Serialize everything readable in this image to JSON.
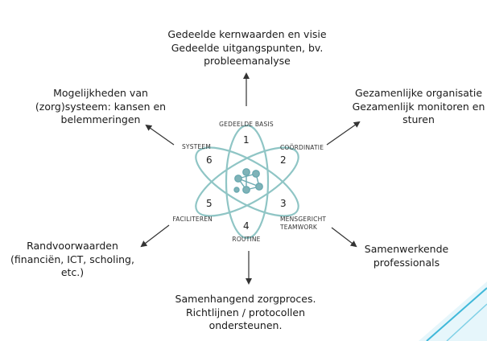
{
  "outer_labels": {
    "top": [
      "Gedeelde kernwaarden en visie",
      "Gedeelde uitgangspunten, bv.",
      "probleemanalyse"
    ],
    "top_left": [
      "Mogelijkheden van",
      "(zorg)systeem: kansen en",
      "belemmeringen"
    ],
    "top_right": [
      "Gezamenlijke organisatie",
      "Gezamenlijk monitoren en",
      "sturen"
    ],
    "bottom_left": [
      "Randvoorwaarden",
      "(financiën, ICT, scholing,",
      "etc.)"
    ],
    "bottom_right": [
      "Samenwerkende",
      "professionals"
    ],
    "bottom": [
      "Samenhangend zorgproces.",
      "Richtlijnen / protocollen",
      "ondersteunen."
    ]
  },
  "factors": [
    {
      "number": "1",
      "label": "GEDEELDE BASIS"
    },
    {
      "number": "2",
      "label": "COÖRDINATIE"
    },
    {
      "number": "3",
      "label_lines": [
        "MENSGERICHT",
        "TEAMWORK"
      ]
    },
    {
      "number": "4",
      "label": "ROUTINE"
    },
    {
      "number": "5",
      "label": "FACILITEREN"
    },
    {
      "number": "6",
      "label": "SYSTEEM"
    }
  ],
  "colors": {
    "orbit": "#8fc5c5",
    "hub": "#6aa9b0",
    "arrow": "#333333",
    "corner_accent": "#3fb8d9"
  },
  "icons": {
    "hub": "network-people-icon"
  }
}
